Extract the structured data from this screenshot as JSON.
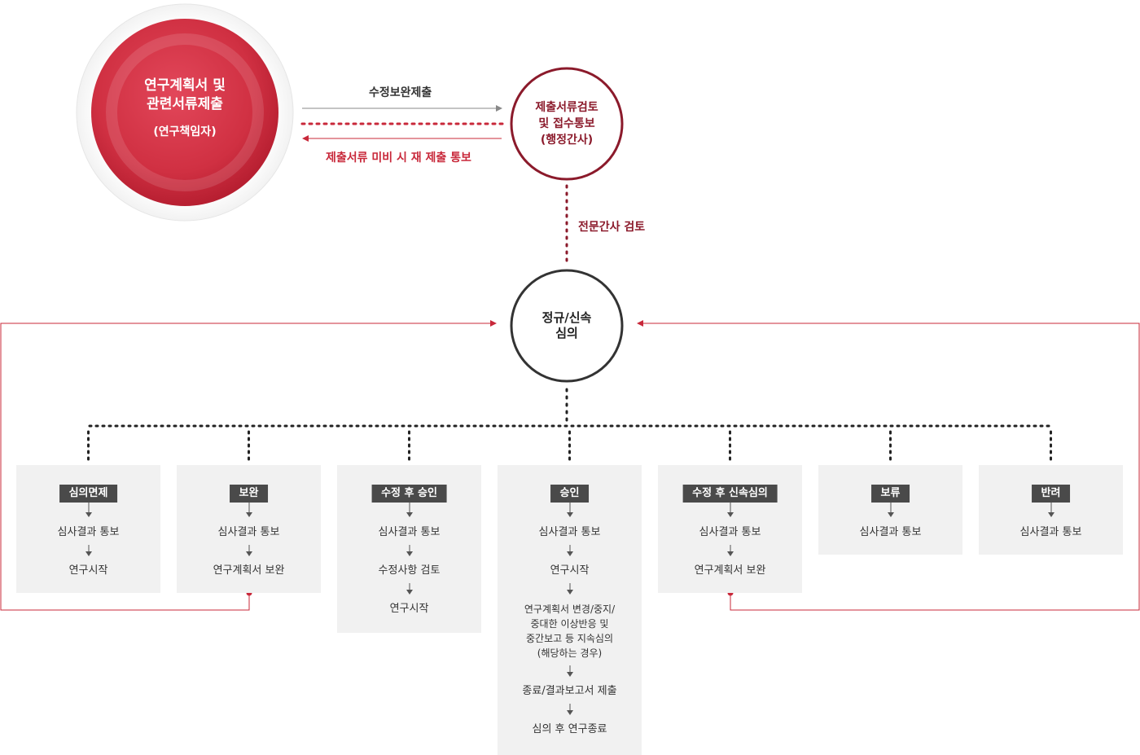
{
  "applicant": {
    "line1": "연구계획서 및",
    "line2": "관련서류제출",
    "role": "(연구책임자)"
  },
  "admin": {
    "line1": "제출서류검토",
    "line2": "및 접수통보",
    "role": "(행정간사)"
  },
  "review": {
    "line1": "정규/신속",
    "line2": "심의"
  },
  "edges": {
    "resubmit": "수정보완제출",
    "missing_docs": "제출서류 미비 시 재 제출 통보",
    "expert_review": "전문간사 검토"
  },
  "outcomes": [
    {
      "title": "심의면제",
      "steps": [
        "심사결과 통보",
        "연구시작"
      ]
    },
    {
      "title": "보완",
      "steps": [
        "심사결과 통보",
        "연구계획서 보완"
      ]
    },
    {
      "title": "수정 후 승인",
      "steps": [
        "심사결과 통보",
        "수정사항 검토",
        "연구시작"
      ]
    },
    {
      "title": "승인",
      "steps": [
        "심사결과 통보",
        "연구시작",
        "연구계획서 변경/중지/\n중대한 이상반응 및\n중간보고 등 지속심의\n(해당하는 경우)",
        "종료/결과보고서 제출",
        "심의 후 연구종료"
      ]
    },
    {
      "title": "수정 후 신속심의",
      "steps": [
        "심사결과 통보",
        "연구계획서 보완"
      ]
    },
    {
      "title": "보류",
      "steps": [
        "심사결과 통보"
      ]
    },
    {
      "title": "반려",
      "steps": [
        "심사결과 통보"
      ]
    }
  ],
  "colors": {
    "accent": "#c8283a",
    "dark_red": "#8b1a2b",
    "dark": "#333333",
    "badge": "#4a4a4a",
    "box_bg": "#f1f1f1"
  }
}
